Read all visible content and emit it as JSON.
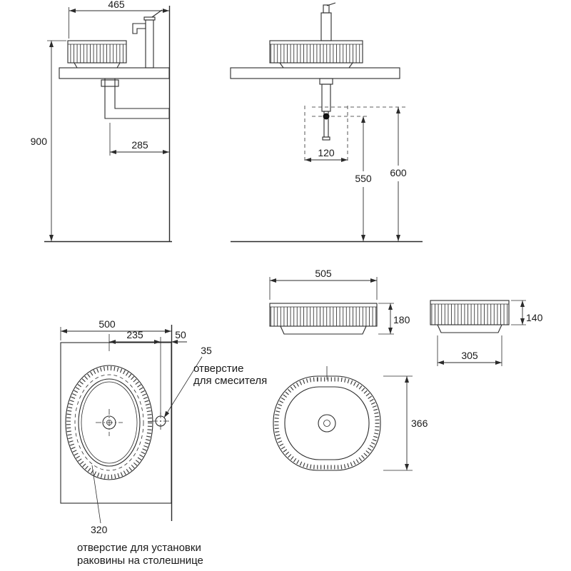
{
  "dimensions": {
    "counter_depth": "465",
    "install_height": "900",
    "drain_offset": "285",
    "supply_spacing": "120",
    "supply_height": "550",
    "drain_height": "600",
    "width": "505",
    "total_height": "180",
    "body_height": "140",
    "base_width": "305",
    "countertop_width": "500",
    "faucet_center_offset": "235",
    "faucet_wall_gap": "50",
    "faucet_hole_diameter": "35",
    "cutout_width": "320",
    "depth": "366"
  },
  "labels": {
    "mixer_line1": "отверстие",
    "mixer_line2": "для смесителя",
    "install_line1": "отверстие для установки",
    "install_line2": "раковины на столешнице"
  },
  "colors": {
    "line": "#2b2b2b",
    "background": "#ffffff"
  }
}
